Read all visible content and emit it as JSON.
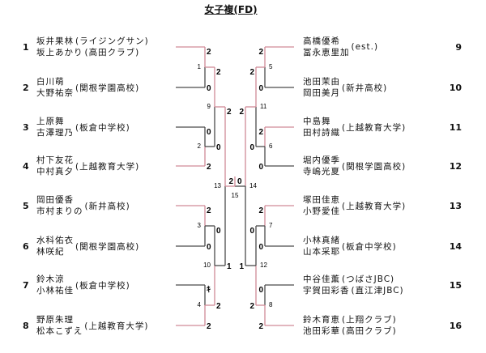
{
  "title": "女子複(FD)",
  "colors": {
    "winner": "#d08a96",
    "loser": "#4a4a4a"
  },
  "entries": [
    {
      "num": "1",
      "lines": [
        {
          "name": "坂井果林",
          "affil": "(ライジングサン)"
        },
        {
          "name": "坂上あかり",
          "affil": "(高田クラブ)"
        }
      ]
    },
    {
      "num": "2",
      "names": [
        "白川萌",
        "大野祐奈"
      ],
      "affil": "(関根学園高校)"
    },
    {
      "num": "3",
      "names": [
        "上原舞",
        "古澤理乃"
      ],
      "affil": "(板倉中学校)"
    },
    {
      "num": "4",
      "names": [
        "村下友花",
        "中村真夕"
      ],
      "affil": "(上越教育大学)"
    },
    {
      "num": "5",
      "names": [
        "岡田優香",
        "市村まりの"
      ],
      "affil": "(新井高校)"
    },
    {
      "num": "6",
      "names": [
        "水科佑衣",
        "林咲紀"
      ],
      "affil": "(関根学園高校)"
    },
    {
      "num": "7",
      "names": [
        "鈴木涼",
        "小林祐佳"
      ],
      "affil": "(板倉中学校)"
    },
    {
      "num": "8",
      "names": [
        "野原朱理",
        "松本こずえ"
      ],
      "affil": "(上越教育大学)"
    },
    {
      "num": "9",
      "names": [
        "高橋優希",
        "冨永恵里加"
      ],
      "affil": "(est.)"
    },
    {
      "num": "10",
      "names": [
        "池田茉由",
        "岡田美月"
      ],
      "affil": "(新井高校)"
    },
    {
      "num": "11",
      "names": [
        "中島舞",
        "田村詩織"
      ],
      "affil": "(上越教育大学)"
    },
    {
      "num": "12",
      "names": [
        "堀内優季",
        "寺嶋光夏"
      ],
      "affil": "(関根学園高校)"
    },
    {
      "num": "13",
      "names": [
        "塚田佳恵",
        "小野愛佳"
      ],
      "affil": "(上越教育大学)"
    },
    {
      "num": "14",
      "names": [
        "小林真緒",
        "山本采耶"
      ],
      "affil": "(板倉中学校)"
    },
    {
      "num": "15",
      "lines": [
        {
          "name": "中谷佳薫",
          "affil": "(つばさJBC)"
        },
        {
          "name": "宇賀田彩香",
          "affil": "(直江津JBC)"
        }
      ]
    },
    {
      "num": "16",
      "lines": [
        {
          "name": "鈴木育恵",
          "affil": "(上翔クラブ)"
        },
        {
          "name": "池田彩華",
          "affil": "(高田クラブ)"
        }
      ]
    }
  ],
  "matches": [
    {
      "id": "1",
      "scores": [
        "2",
        "0"
      ],
      "winner": 0
    },
    {
      "id": "2",
      "scores": [
        "0",
        "2"
      ],
      "winner": 1
    },
    {
      "id": "3",
      "scores": [
        "2",
        "0"
      ],
      "winner": 0
    },
    {
      "id": "4",
      "scores": [
        "ｷ",
        "2"
      ],
      "winner": 1
    },
    {
      "id": "5",
      "scores": [
        "2",
        "0"
      ],
      "winner": 0
    },
    {
      "id": "6",
      "scores": [
        "2",
        "0"
      ],
      "winner": 0
    },
    {
      "id": "7",
      "scores": [
        "2",
        "0"
      ],
      "winner": 0
    },
    {
      "id": "8",
      "scores": [
        "0",
        "2"
      ],
      "winner": 1
    },
    {
      "id": "9",
      "scores": [
        "2",
        "0"
      ],
      "winner": 0
    },
    {
      "id": "10",
      "scores": [
        "0",
        "2"
      ],
      "winner": 1
    },
    {
      "id": "11",
      "scores": [
        "2",
        "0"
      ],
      "winner": 0
    },
    {
      "id": "12",
      "scores": [
        "0",
        "2"
      ],
      "winner": 1
    },
    {
      "id": "13",
      "scores": [
        "2",
        "1"
      ],
      "winner": 0
    },
    {
      "id": "14",
      "scores": [
        "2",
        "1"
      ],
      "winner": 0
    },
    {
      "id": "15",
      "scores": [
        "2",
        "0"
      ],
      "winner": 0
    }
  ]
}
